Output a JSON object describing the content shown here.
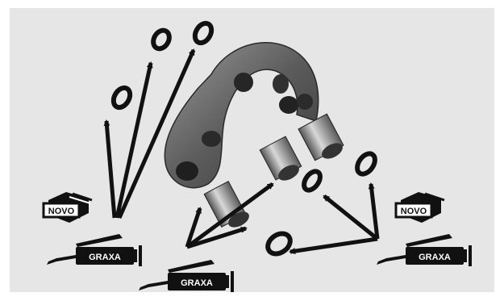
{
  "labels": {
    "new_badge": "NOVO",
    "grease_gun": "GRAXA"
  },
  "icons": [
    "new-part-badge-icon",
    "grease-gun-icon",
    "o-ring-seal",
    "bushing",
    "support-bracket",
    "arrow"
  ],
  "colors": {
    "background": "#e6e6e6",
    "ink": "#111111",
    "part_metal": "#6a6a6a"
  }
}
